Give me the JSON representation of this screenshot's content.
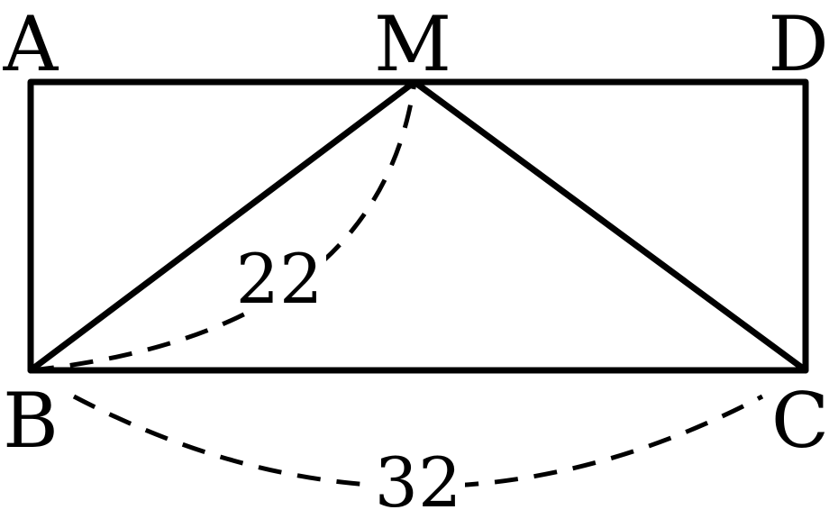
{
  "figure": {
    "vertices": {
      "A": "A",
      "M": "M",
      "D": "D",
      "B": "B",
      "C": "C"
    },
    "measurements": {
      "BM": "22",
      "BC": "32"
    },
    "colors": {
      "stroke": "#000000",
      "background": "#ffffff"
    }
  }
}
